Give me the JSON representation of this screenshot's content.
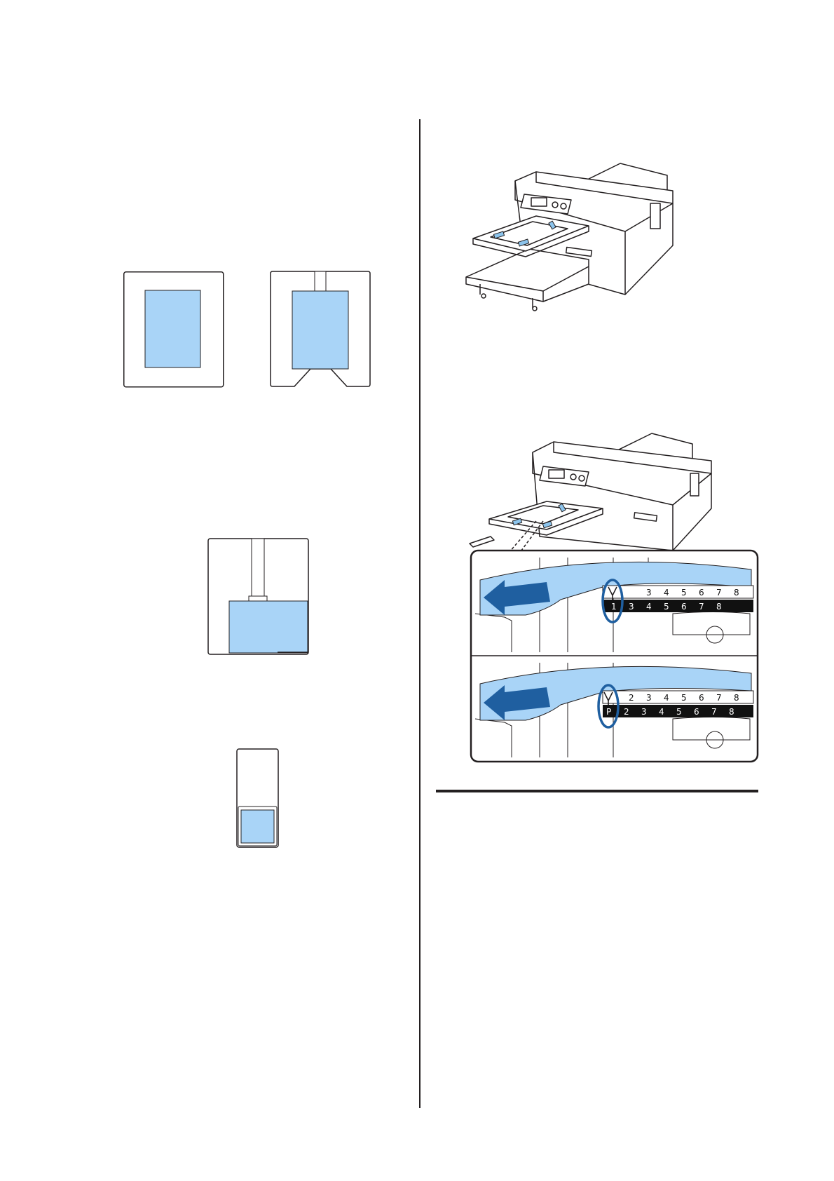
{
  "colors": {
    "blue_fill": "#a9d4f7",
    "blue_dark": "#1f5fa0",
    "blue_light": "#8cc4ec",
    "line": "#231f20"
  },
  "scale_top": {
    "upper": [
      "3",
      "4",
      "5",
      "6",
      "7",
      "8"
    ],
    "lower": [
      "1",
      "3",
      "4",
      "5",
      "6",
      "7",
      "8"
    ]
  },
  "scale_bottom": {
    "upper": [
      "2",
      "3",
      "4",
      "5",
      "6",
      "7",
      "8"
    ],
    "lower": [
      "P",
      "2",
      "3",
      "4",
      "5",
      "6",
      "7",
      "8"
    ]
  }
}
